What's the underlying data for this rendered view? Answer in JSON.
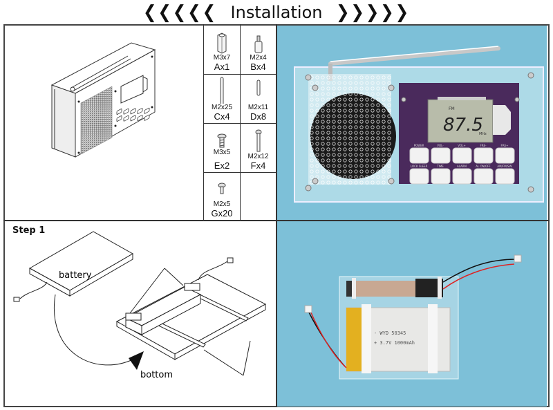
{
  "header": {
    "title": "Installation",
    "left_arrows": "❮❮❮❮❮",
    "right_arrows": "❯❯❯❯❯"
  },
  "parts": [
    {
      "id": "A",
      "size": "M3x7",
      "code": "Ax1",
      "icon": "hex-standoff-icon"
    },
    {
      "id": "B",
      "size": "M2x4",
      "code": "Bx4",
      "icon": "short-standoff-icon"
    },
    {
      "id": "C",
      "size": "M2x25",
      "code": "Cx4",
      "icon": "long-pin-icon"
    },
    {
      "id": "D",
      "size": "M2x11",
      "code": "Dx8",
      "icon": "short-pin-icon"
    },
    {
      "id": "E",
      "size": "M3x5",
      "code": "Ex2",
      "icon": "screw-icon"
    },
    {
      "id": "F",
      "size": "M2x12",
      "code": "Fx4",
      "icon": "long-screw-icon"
    },
    {
      "id": "G",
      "size": "M2x5",
      "code": "Gx20",
      "icon": "small-screw-icon"
    }
  ],
  "radio_photo": {
    "display_band": "FM",
    "display_frequency": "87.5",
    "display_unit": "MHz",
    "top_buttons": [
      "POWER",
      "VOL-",
      "VOL+",
      "FRE-",
      "FRE+"
    ],
    "bottom_buttons": [
      "LOCK SLEEP",
      "TIME",
      "ALARM",
      "AL ON/OFF",
      "AM/FM/SW"
    ]
  },
  "step1": {
    "label": "Step 1",
    "battery_label": "battery",
    "bottom_label": "bottom"
  },
  "battery_photo": {
    "line1": "- WYD   50345",
    "line2": "+ 3.7V 1000mAh"
  },
  "colors": {
    "photo_bg": "#7dc0d8",
    "pcb": "#4a2a5c",
    "lcd": "#b8bcaa",
    "battery_tape": "#e3b020"
  }
}
